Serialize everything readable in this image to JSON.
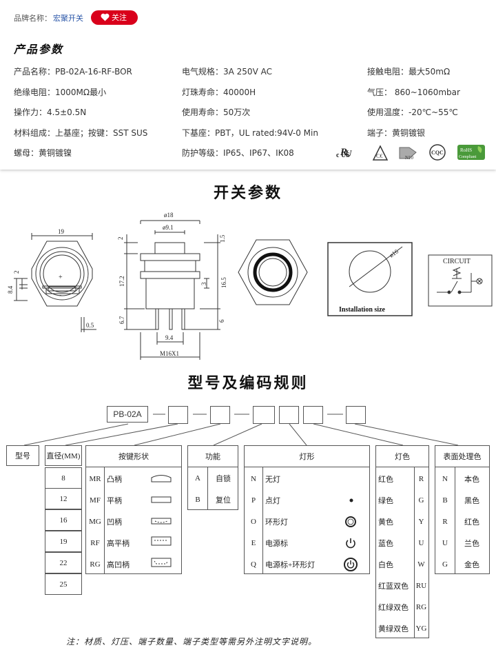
{
  "brand": {
    "label": "品牌名称：",
    "name": "宏聚开关",
    "follow": "关注"
  },
  "product_title": "产品参数",
  "params": {
    "model": "产品名称：PB-02A-16-RF-BOR",
    "electrical": "电气规格：3A  250V  AC",
    "contact_resistance": "接触电阻：最大50mΩ",
    "insulation": "绝缘电阻：1000MΩ最小",
    "lamp_life": "灯珠寿命：40000H",
    "pressure": "气压：  860~1060mbar",
    "force": "操作力：4.5±0.5N",
    "life": "使用寿命：50万次",
    "temperature": "使用温度：-20℃~55℃",
    "material": "材料组成：上基座；按键：SST SUS",
    "base": "下基座：PBT，UL rated:94V-0 Min",
    "terminal": "端子：黄铜镀银",
    "nut": "螺母：黄铜镀镍",
    "protection": "防护等级：IP65、IP67、IK08"
  },
  "certs": {
    "ul": "c  US",
    "ce": "C€",
    "n10": "N10",
    "cqc": "CQC",
    "rohs": "RoHS",
    "rohs_sub": "Compliant"
  },
  "switch_title": "开关参数",
  "drawing": {
    "d19": "19",
    "d84": "8.4",
    "d2a": "2",
    "d05": "0.5",
    "d18": "ø18",
    "d91": "ø9.1",
    "d2b": "2",
    "d15": "1.5",
    "d172": "17.2",
    "d3": "3",
    "d165": "16.5",
    "d67": "6.7",
    "d6": "6",
    "d94": "9.4",
    "dm16": "M16X1",
    "install_d": "ø16",
    "install_label": "Installation size",
    "circuit": "CIRCUIT"
  },
  "coding_title": "型号及编码规则",
  "code_prefix": "PB-02A",
  "coding": {
    "model_label": "型号",
    "diameter": {
      "header": "直径(MM)",
      "values": [
        "8",
        "12",
        "16",
        "19",
        "22",
        "25"
      ]
    },
    "button": {
      "header": "按键形状",
      "rows": [
        {
          "code": "MR",
          "name": "凸柄"
        },
        {
          "code": "MF",
          "name": "平柄"
        },
        {
          "code": "MG",
          "name": "凹柄"
        },
        {
          "code": "RF",
          "name": "高平柄"
        },
        {
          "code": "RG",
          "name": "高凹柄"
        }
      ]
    },
    "function": {
      "header": "功能",
      "rows": [
        {
          "code": "A",
          "name": "自锁"
        },
        {
          "code": "B",
          "name": "复位"
        }
      ]
    },
    "lamp": {
      "header": "灯形",
      "rows": [
        {
          "code": "N",
          "name": "无灯"
        },
        {
          "code": "P",
          "name": "点灯"
        },
        {
          "code": "O",
          "name": "环形灯"
        },
        {
          "code": "E",
          "name": "电源标"
        },
        {
          "code": "Q",
          "name": "电源标+环形灯"
        }
      ]
    },
    "color": {
      "header": "灯色",
      "rows": [
        {
          "name": "红色",
          "code": "R"
        },
        {
          "name": "绿色",
          "code": "G"
        },
        {
          "name": "黄色",
          "code": "Y"
        },
        {
          "name": "蓝色",
          "code": "U"
        },
        {
          "name": "白色",
          "code": "W"
        },
        {
          "name": "红蓝双色",
          "code": "RU"
        },
        {
          "name": "红绿双色",
          "code": "RG"
        },
        {
          "name": "黄绿双色",
          "code": "YG"
        }
      ]
    },
    "surface": {
      "header": "表面处理色",
      "rows": [
        {
          "code": "N",
          "name": "本色"
        },
        {
          "code": "B",
          "name": "黑色"
        },
        {
          "code": "R",
          "name": "红色"
        },
        {
          "code": "U",
          "name": "兰色"
        },
        {
          "code": "G",
          "name": "金色"
        }
      ]
    }
  },
  "note": "注：材质、灯压、端子数量、端子类型等需另外注明文字说明。"
}
